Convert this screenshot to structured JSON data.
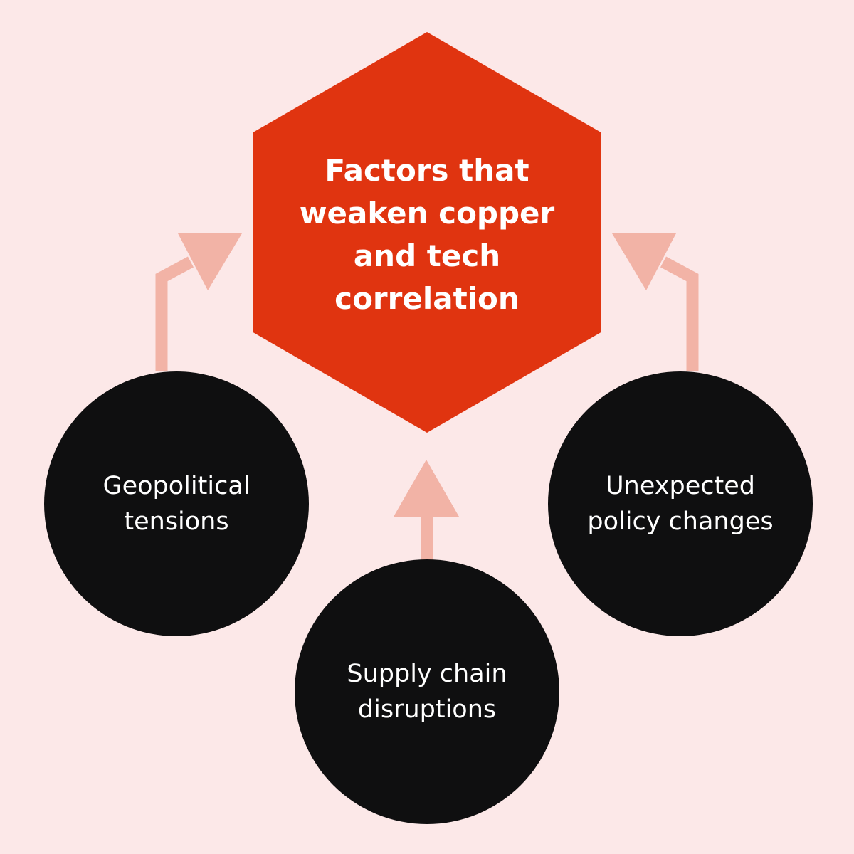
{
  "colors": {
    "background": "#fce8e8",
    "hexagon": "#e03410",
    "circle": "#0f0f10",
    "arrow": "#f2b3a6",
    "text": "#ffffff"
  },
  "center": {
    "title": "Factors that\nweaken copper\nand tech\ncorrelation"
  },
  "factors": {
    "left": "Geopolitical\ntensions",
    "bottom": "Supply chain\ndisruptions",
    "right": "Unexpected\npolicy changes"
  }
}
